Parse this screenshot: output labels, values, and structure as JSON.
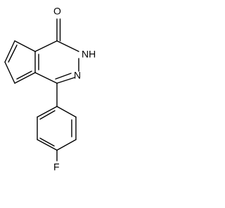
{
  "molecule": {
    "atom_labels": {
      "oxygen": "O",
      "nh": "NH",
      "n": "N",
      "fluorine": "F"
    }
  }
}
